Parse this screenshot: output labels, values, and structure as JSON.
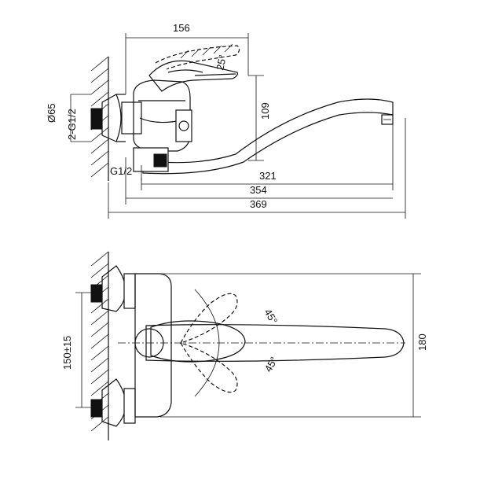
{
  "drawing": {
    "side_view": {
      "dim_156": "156",
      "dim_25": "25°",
      "dim_109": "109",
      "dim_65": "Ø65",
      "dim_g12_pair": "2-G1/2",
      "dim_g12": "G1/2",
      "dim_321": "321",
      "dim_354": "354",
      "dim_369": "369"
    },
    "top_view": {
      "dim_45_top": "45°",
      "dim_45_bottom": "45°",
      "dim_150": "150±15",
      "dim_180": "180"
    }
  }
}
